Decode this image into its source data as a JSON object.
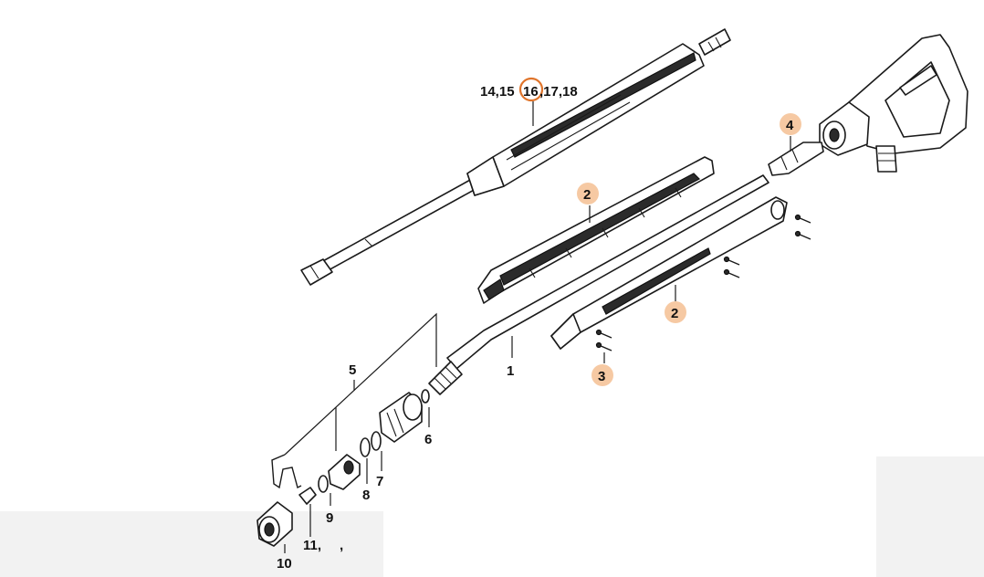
{
  "labels": {
    "top_group": "14,15",
    "top_ring": "16",
    "top_rest": ",17,18",
    "clip_group": "5",
    "lance": "1",
    "shell_upper": "2",
    "shell_lower": "2",
    "screws": "3",
    "nipple": "4",
    "oring_6": "6",
    "oring_7": "7",
    "oring_8": "8",
    "oring_9": "9",
    "nozzle": "10",
    "nozzle_parts": "11,",
    "nozzle_parts_extra": ","
  },
  "colors": {
    "highlight_fill": "#f6c9a3",
    "highlight_ring": "#e0742a",
    "ink": "#1a1a1a"
  }
}
